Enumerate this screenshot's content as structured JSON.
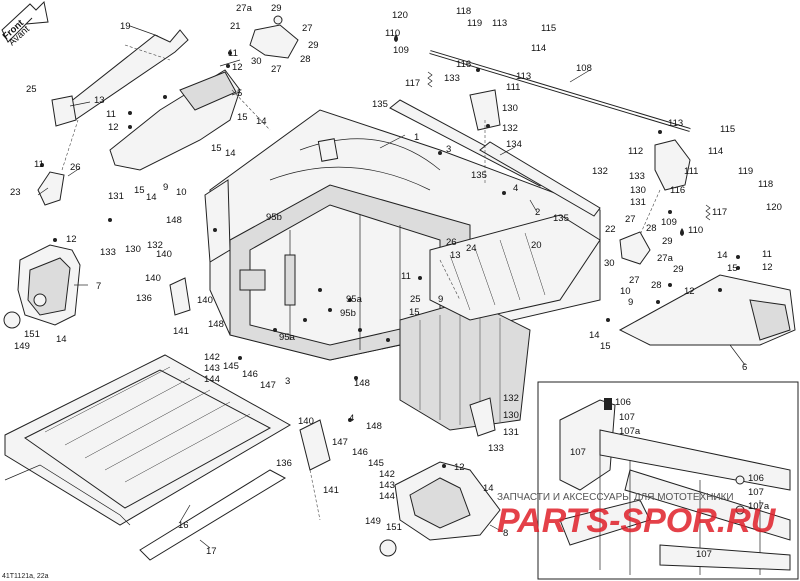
{
  "front_arrow": {
    "line1": "Front",
    "line2": "Avant"
  },
  "footer": {
    "code": "41T1121a, 22a"
  },
  "watermark": {
    "text_ru": "ЗАПЧАСТИ И АКСЕССУАРЫ ДЛЯ МОТОТЕХНИКИ",
    "text_brand": "PARTS-SPOR.RU"
  },
  "colors": {
    "line": "#222222",
    "watermark": "#e0202a",
    "fill": "#f4f4f4"
  },
  "labels": {
    "l19": "19",
    "l27a_top": "27a",
    "l29_top": "29",
    "l21": "21",
    "l27_top1": "27",
    "l29_top2": "29",
    "l30_top": "30",
    "l27_top2": "27",
    "l28_top": "28",
    "l11_a": "11",
    "l12_a": "12",
    "l25_a": "25",
    "l13_a": "13",
    "l5": "5",
    "l11_b": "11",
    "l12_b": "12",
    "l15_a": "15",
    "l14_a": "14",
    "l11_c": "11",
    "l26_a": "26",
    "l23": "23",
    "l15_b": "15",
    "l14_b": "14",
    "l9": "9",
    "l15_c": "15",
    "l14_c": "14",
    "l10": "10",
    "l131_a": "131",
    "l130_a": "130",
    "l132_a": "132",
    "l133_a": "133",
    "l140_a": "140",
    "l148_a": "148",
    "l12_c": "12",
    "l7": "7",
    "l14_d": "14",
    "l151_a": "151",
    "l149_a": "149",
    "l140_b": "140",
    "l136_a": "136",
    "l140_c": "140",
    "l141_a": "141",
    "l148_b": "148",
    "l142_a": "142",
    "l143_a": "143",
    "l144_a": "144",
    "l145_a": "145",
    "l146_a": "146",
    "l147_a": "147",
    "l3_a": "3",
    "l95b_a": "95b",
    "l95a_a": "95a",
    "l95b_b": "95b",
    "l95a_b": "95a",
    "l135_a": "135",
    "l1": "1",
    "l3_b": "3",
    "l134": "134",
    "l135_b": "135",
    "l4_a": "4",
    "l2": "2",
    "l135_c": "135",
    "l20": "20",
    "l26_b": "26",
    "l24": "24",
    "l13_b": "13",
    "l11_d": "11",
    "l25_b": "25",
    "l9_b": "9",
    "l15_d": "15",
    "l120_a": "120",
    "l118_a": "118",
    "l110_a": "110",
    "l119_a": "119",
    "l109_a": "109",
    "l113_a": "113",
    "l115_a": "115",
    "l114_a": "114",
    "l116_a": "116",
    "l113_b": "113",
    "l133_b": "133",
    "l111_a": "111",
    "l117_a": "117",
    "l108": "108",
    "l130_b": "130",
    "l132_b": "132",
    "l113_c": "113",
    "l115_b": "115",
    "l112": "112",
    "l114_b": "114",
    "l132_c": "132",
    "l133_c": "133",
    "l111_b": "111",
    "l130_c": "130",
    "l116_b": "116",
    "l131_b": "131",
    "l119_b": "119",
    "l118_b": "118",
    "l109_b": "109",
    "l110_b": "110",
    "l120_b": "120",
    "l117_b": "117",
    "l22": "22",
    "l27_b": "27",
    "l28_b": "28",
    "l29_b": "29",
    "l27a_b": "27a",
    "l29_c": "29",
    "l27_c": "27",
    "l30_b": "30",
    "l28_c": "28",
    "l10_b": "10",
    "l9_c": "9",
    "l12_d": "12",
    "l14_e": "14",
    "l15_e": "15",
    "l11_e": "11",
    "l12_e": "12",
    "l15_f": "15",
    "l14_f": "14",
    "l6": "6",
    "l4_b": "4",
    "l148_c": "148",
    "l148_d": "148",
    "l132_d": "132",
    "l130_d": "130",
    "l131_c": "131",
    "l133_d": "133",
    "l140_d": "140",
    "l147_b": "147",
    "l146_b": "146",
    "l136_b": "136",
    "l145_b": "145",
    "l142_b": "142",
    "l143_b": "143",
    "l144_b": "144",
    "l141_b": "141",
    "l12_f": "12",
    "l14_g": "14",
    "l149_b": "149",
    "l151_b": "151",
    "l8": "8",
    "l16": "16",
    "l17": "17",
    "l106_a": "106",
    "l107_a": "107",
    "l107a_a": "107a",
    "l107_b": "107",
    "l106_b": "106",
    "l107_c": "107",
    "l107a_b": "107a",
    "l107_d": "107"
  }
}
